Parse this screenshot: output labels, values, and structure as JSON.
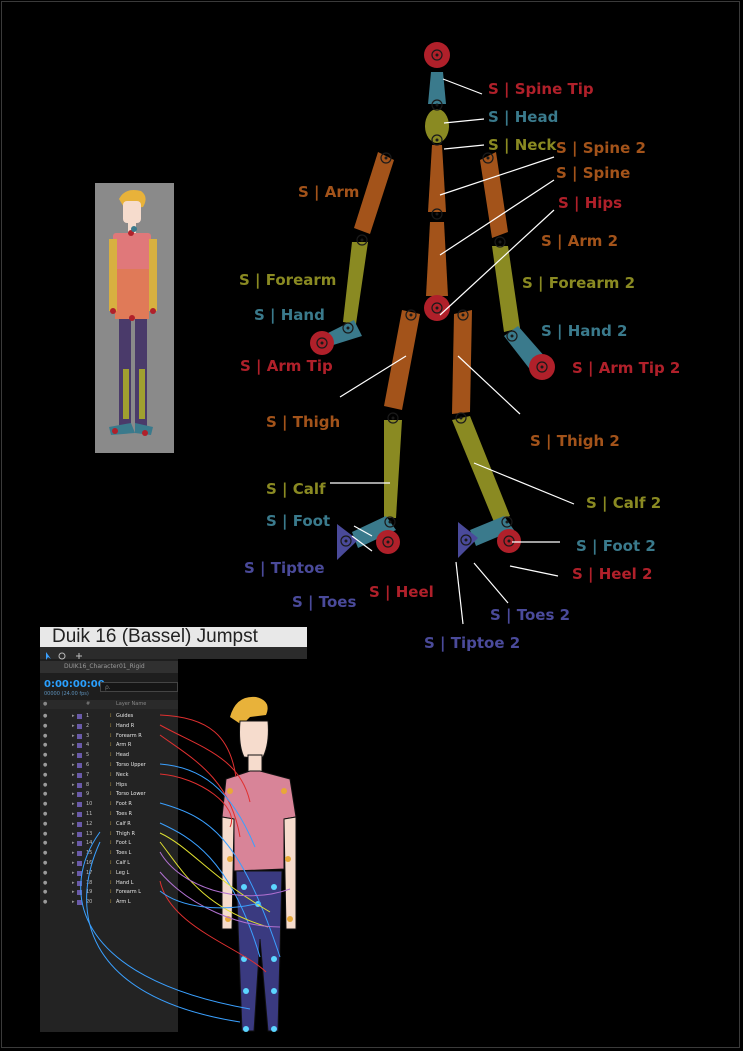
{
  "labels": [
    {
      "key": "spine_tip",
      "text": "S | Spine Tip",
      "color": "#b0202a"
    },
    {
      "key": "head",
      "text": "S | Head",
      "color": "#3a7a8c"
    },
    {
      "key": "neck",
      "text": "S | Neck",
      "color": "#8a8a22"
    },
    {
      "key": "spine_2",
      "text": "S | Spine 2",
      "color": "#a3531a"
    },
    {
      "key": "spine",
      "text": "S | Spine",
      "color": "#a3531a"
    },
    {
      "key": "hips",
      "text": "S | Hips",
      "color": "#b0202a"
    },
    {
      "key": "arm",
      "text": "S | Arm",
      "color": "#a3531a"
    },
    {
      "key": "arm_2",
      "text": "S | Arm 2",
      "color": "#a3531a"
    },
    {
      "key": "forearm",
      "text": "S | Forearm",
      "color": "#8a8a22"
    },
    {
      "key": "forearm_2",
      "text": "S | Forearm 2",
      "color": "#8a8a22"
    },
    {
      "key": "hand",
      "text": "S | Hand",
      "color": "#3a7a8c"
    },
    {
      "key": "hand_2",
      "text": "S | Hand 2",
      "color": "#3a7a8c"
    },
    {
      "key": "arm_tip",
      "text": "S | Arm Tip",
      "color": "#b0202a"
    },
    {
      "key": "arm_tip_2",
      "text": "S | Arm Tip 2",
      "color": "#b0202a"
    },
    {
      "key": "thigh",
      "text": "S | Thigh",
      "color": "#a3531a"
    },
    {
      "key": "thigh_2",
      "text": "S | Thigh 2",
      "color": "#a3531a"
    },
    {
      "key": "calf",
      "text": "S | Calf",
      "color": "#8a8a22"
    },
    {
      "key": "calf_2",
      "text": "S | Calf 2",
      "color": "#8a8a22"
    },
    {
      "key": "foot",
      "text": "S | Foot",
      "color": "#3a7a8c"
    },
    {
      "key": "foot_2",
      "text": "S | Foot 2",
      "color": "#3a7a8c"
    },
    {
      "key": "tiptoe",
      "text": "S | Tiptoe",
      "color": "#4a4a9a"
    },
    {
      "key": "heel",
      "text": "S | Heel",
      "color": "#b0202a"
    },
    {
      "key": "heel_2",
      "text": "S | Heel 2",
      "color": "#b0202a"
    },
    {
      "key": "toes",
      "text": "S | Toes",
      "color": "#4a4a9a"
    },
    {
      "key": "toes_2",
      "text": "S | Toes 2",
      "color": "#4a4a9a"
    },
    {
      "key": "tiptoe_2",
      "text": "S | Tiptoe 2",
      "color": "#4a4a9a"
    }
  ],
  "colors": {
    "red": "#b0202a",
    "teal": "#3a7a8c",
    "olive": "#8a8a22",
    "orange": "#a3531a",
    "purple": "#4a4a9a",
    "background": "#000000"
  },
  "ae_panel": {
    "title": "Duik 16 (Bassel) Jumpst",
    "comp_tab": "DUIK16_Character01_Rigid",
    "timecode": "0:00:00:00",
    "frames": "00000 (24.00 fps)",
    "search_placeholder": "ρ.",
    "column_layer_name": "Layer Name",
    "layers": [
      {
        "num": "1",
        "name": "Guides"
      },
      {
        "num": "2",
        "name": "Hand R"
      },
      {
        "num": "3",
        "name": "Forearm R"
      },
      {
        "num": "4",
        "name": "Arm R"
      },
      {
        "num": "5",
        "name": "Head"
      },
      {
        "num": "6",
        "name": "Torso Upper"
      },
      {
        "num": "7",
        "name": "Neck"
      },
      {
        "num": "8",
        "name": "Hips"
      },
      {
        "num": "9",
        "name": "Torso Lower"
      },
      {
        "num": "10",
        "name": "Foot R"
      },
      {
        "num": "11",
        "name": "Toes R"
      },
      {
        "num": "12",
        "name": "Calf R"
      },
      {
        "num": "13",
        "name": "Thigh R"
      },
      {
        "num": "14",
        "name": "Foot L"
      },
      {
        "num": "15",
        "name": "Toes L"
      },
      {
        "num": "16",
        "name": "Calf L"
      },
      {
        "num": "17",
        "name": "Leg L"
      },
      {
        "num": "18",
        "name": "Hand L"
      },
      {
        "num": "19",
        "name": "Forearm L"
      },
      {
        "num": "20",
        "name": "Arm L"
      }
    ]
  }
}
